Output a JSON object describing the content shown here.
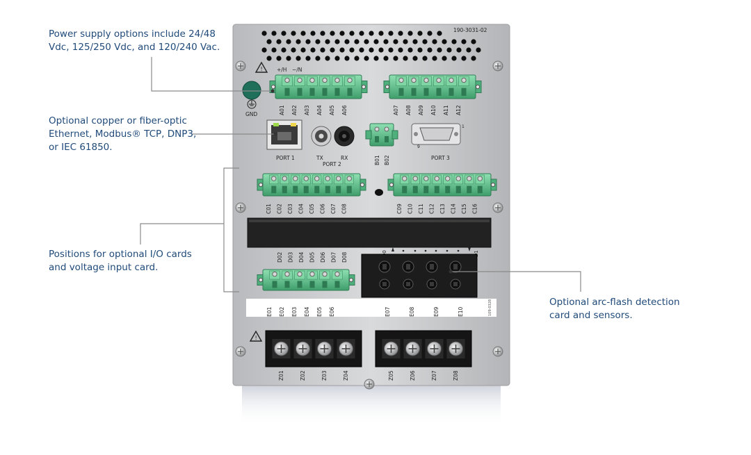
{
  "callouts": {
    "power": {
      "line1": "Power supply options include 24/48",
      "line2": "Vdc, 125/250 Vdc, and 120/240 Vac."
    },
    "ethernet": {
      "line1": "Optional copper or fiber-optic",
      "line2": "Ethernet, Modbus® TCP, DNP3,",
      "line3": "or IEC 61850."
    },
    "io": {
      "line1": "Positions for optional I/O cards",
      "line2": "and voltage input card."
    },
    "arcflash": {
      "line1": "Optional arc-flash detection",
      "line2": "card and sensors."
    }
  },
  "device": {
    "part_number": "190-3031-02",
    "gnd_label": "GND",
    "power_polarity": [
      "+/H",
      "−/N"
    ],
    "a_terminals_left": [
      "A01",
      "A02",
      "A03",
      "A04",
      "A05",
      "A06"
    ],
    "a_terminals_right": [
      "A07",
      "A08",
      "A09",
      "A10",
      "A11",
      "A12"
    ],
    "port1_label": "PORT 1",
    "port2_label": "PORT 2",
    "tx_label": "TX",
    "rx_label": "RX",
    "port3_label": "PORT 3",
    "port3_pin1": "1",
    "port3_pin9": "9",
    "b_terminals": [
      "B01",
      "B02"
    ],
    "c_terminals_left": [
      "C01",
      "C02",
      "C03",
      "C04",
      "C05",
      "C06",
      "C07",
      "C08"
    ],
    "c_terminals_right": [
      "C09",
      "C10",
      "C11",
      "C12",
      "C13",
      "C14",
      "C15",
      "C16"
    ],
    "d_terminals": [
      "D02",
      "D03",
      "D04",
      "D05",
      "D06",
      "D07",
      "D08"
    ],
    "d_start": "D0",
    "d_end": "D1",
    "e_terminals_left": [
      "E01",
      "E02",
      "E03",
      "E04",
      "E05",
      "E06"
    ],
    "e_terminals_right": [
      "E07",
      "E08",
      "E09",
      "E10"
    ],
    "e_card_code": "109-0328",
    "z_terminals_left": [
      "Z01",
      "Z02",
      "Z03",
      "Z04"
    ],
    "z_terminals_right": [
      "Z05",
      "Z06",
      "Z07",
      "Z08"
    ]
  },
  "colors": {
    "callout_text": "#1f4a7a",
    "leader_line": "#8a8a8a",
    "chassis": "#c9cacc",
    "connector_green": "#5fbf8c",
    "terminal_black": "#1b1b1b"
  }
}
